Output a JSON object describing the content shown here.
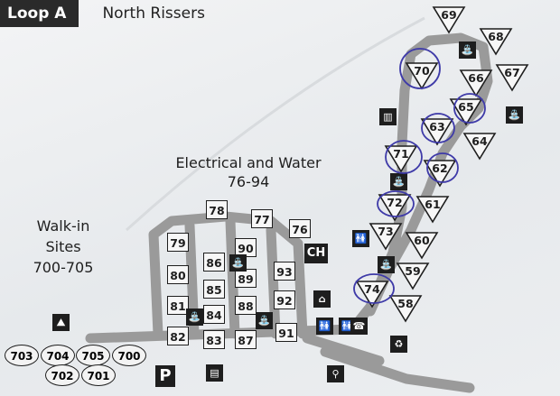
{
  "header": {
    "loop": "Loop A",
    "name": "North Rissers"
  },
  "labels": {
    "electrical_line1": "Electrical and Water",
    "electrical_line2": "76-94",
    "walkin_line1": "Walk-in",
    "walkin_line2": "Sites",
    "walkin_line3": "700-705"
  },
  "square_sites": [
    "78",
    "77",
    "76",
    "79",
    "90",
    "80",
    "86",
    "89",
    "93",
    "85",
    "81",
    "88",
    "92",
    "84",
    "82",
    "83",
    "87",
    "91"
  ],
  "triangle_sites": [
    "69",
    "68",
    "70",
    "66",
    "67",
    "65",
    "63",
    "64",
    "71",
    "62",
    "72",
    "61",
    "73",
    "60",
    "59",
    "74",
    "58"
  ],
  "walkin_sites": [
    "703",
    "704",
    "705",
    "700",
    "702",
    "701"
  ],
  "icons": {
    "ch": "CH",
    "parking": "P",
    "symbols": [
      "water-spigot-icon",
      "restroom-icon",
      "telephone-icon",
      "recycling-icon",
      "playground-icon",
      "amphitheater-icon",
      "hiking-icon",
      "dump-station-icon",
      "shower-icon"
    ]
  },
  "colors": {
    "road": "#9a9a9a",
    "ink": "#1e1e1e",
    "pen_circle": "#3e3aa8"
  }
}
